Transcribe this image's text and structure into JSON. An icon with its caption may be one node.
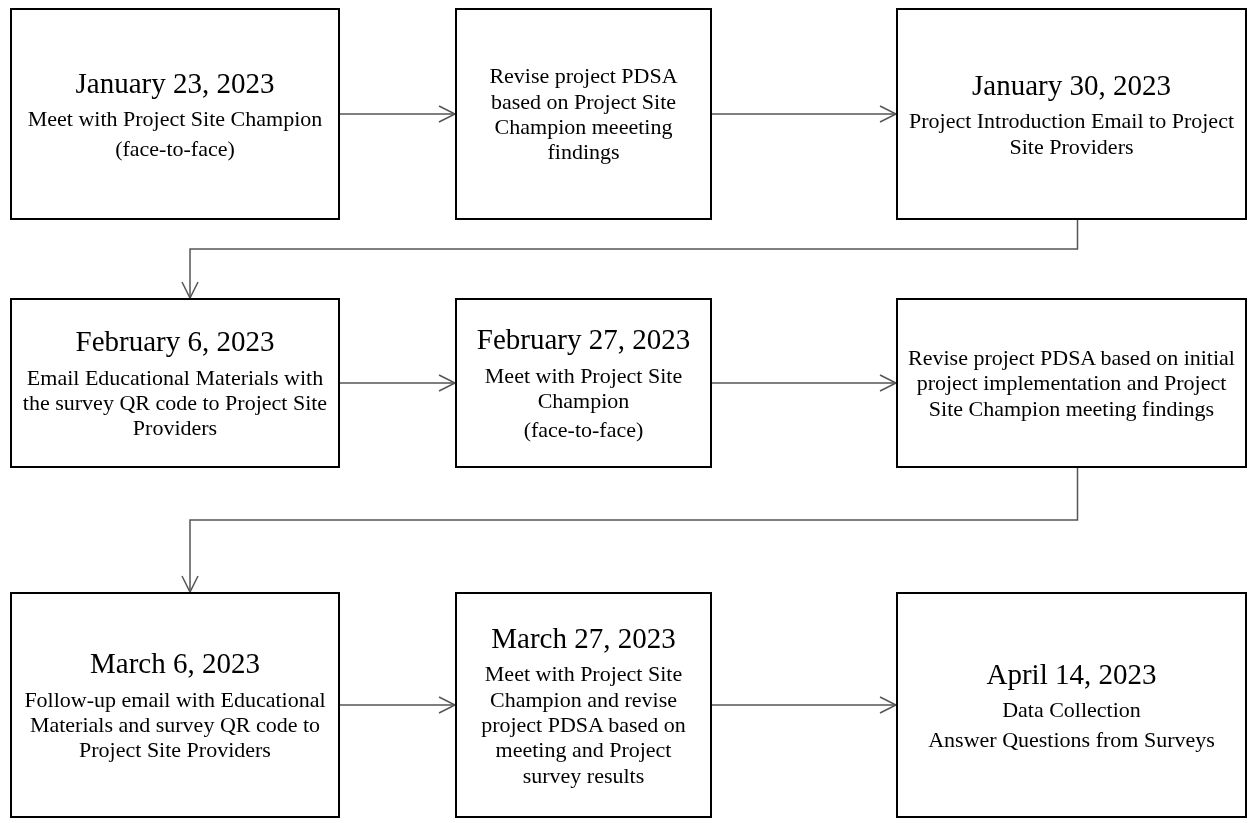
{
  "diagram": {
    "nodes": [
      {
        "text": [
          "January 23, 2023",
          "Meet with Project Site Champion",
          "(face-to-face)"
        ]
      },
      {
        "text": [
          "Revise project PDSA based on Project Site Champion meeeting findings"
        ]
      },
      {
        "text": [
          "January 30, 2023",
          "Project Introduction Email to Project Site Providers"
        ]
      },
      {
        "text": [
          "February 6, 2023",
          "Email Educational Materials with the survey QR code to Project Site Providers"
        ]
      },
      {
        "text": [
          "February 27, 2023",
          "Meet with Project Site Champion",
          "(face-to-face)"
        ]
      },
      {
        "text": [
          "Revise project PDSA based on initial project implementation and Project Site Champion meeting findings"
        ]
      },
      {
        "text": [
          "March 6, 2023",
          "Follow-up email with Educational Materials and survey QR code to Project Site Providers"
        ]
      },
      {
        "text": [
          "March 27, 2023",
          "Meet with Project Site Champion and revise project PDSA based on meeting and Project survey results"
        ]
      },
      {
        "text": [
          "April 14, 2023",
          "Data Collection",
          "Answer Questions from Surveys"
        ]
      }
    ],
    "edges": [
      {
        "from": 0,
        "to": 1,
        "arrow": "to"
      },
      {
        "from": 1,
        "to": 2,
        "arrow": "to"
      },
      {
        "from": 2,
        "to": 3,
        "arrow": "to"
      },
      {
        "from": 3,
        "to": 4,
        "arrow": "to"
      },
      {
        "from": 4,
        "to": 5,
        "arrow": "to"
      },
      {
        "from": 5,
        "to": 6,
        "arrow": "to"
      },
      {
        "from": 6,
        "to": 7,
        "arrow": "to"
      },
      {
        "from": 7,
        "to": 8,
        "arrow": "to"
      }
    ]
  }
}
